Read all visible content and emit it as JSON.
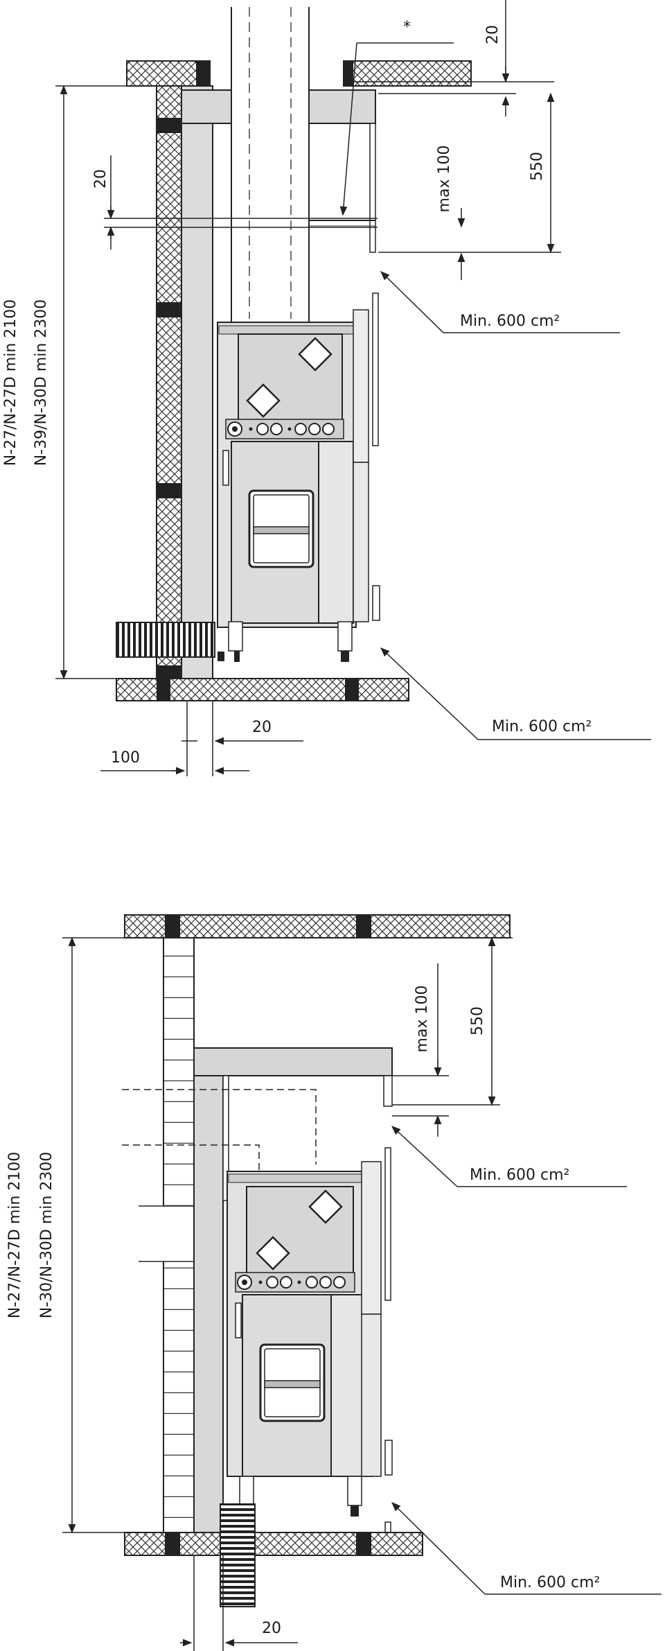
{
  "diagram_top": {
    "star": "*",
    "ceiling_gap": "20",
    "hood_height": "550",
    "max_gap": "max 100",
    "side_gap": "20",
    "vent_top": "Min. 600 cm²",
    "vent_bottom": "Min. 600 cm²",
    "wall_gap": "20",
    "insulation": "100",
    "height_line1": "N-27/N-27D min 2100",
    "height_line2": "N-39/N-30D min 2300"
  },
  "diagram_bottom": {
    "hood_height": "550",
    "max_gap": "max 100",
    "vent_top": "Min. 600 cm²",
    "vent_bottom": "Min. 600 cm²",
    "wall_gap": "20",
    "height_line1": "N-27/N-27D min 2100",
    "height_line2": "N-30/N-30D min 2300"
  }
}
